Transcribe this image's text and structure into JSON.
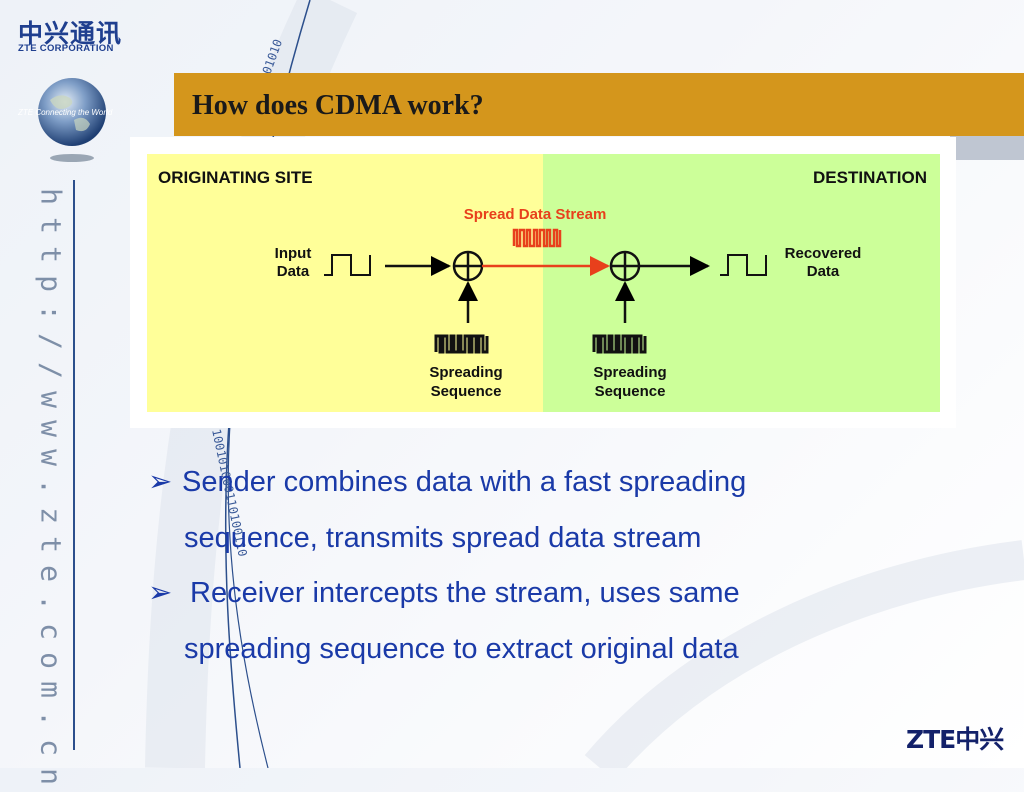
{
  "branding": {
    "company_cn": "中兴通讯",
    "company_en": "ZTE CORPORATION",
    "globe_tagline": "ZTE Connecting the World",
    "url_vertical": "http://www.zte.com.cn",
    "footer_logo": "ZTE中兴",
    "binary_top": "01010",
    "binary_bottom": "100101000110100110",
    "colors": {
      "brand_blue": "#1f3f8f",
      "title_bar": "#d4961c",
      "bullet_text": "#1a3aa8"
    }
  },
  "slide": {
    "title": "How does CDMA work?"
  },
  "diagram": {
    "originating_label": "ORIGINATING SITE",
    "destination_label": "DESTINATION",
    "stream_label": "Spread Data Stream",
    "input_label_1": "Input",
    "input_label_2": "Data",
    "recovered_label_1": "Recovered",
    "recovered_label_2": "Data",
    "spread_label_left_1": "Spreading",
    "spread_label_left_2": "Sequence",
    "spread_label_right_1": "Spreading",
    "spread_label_right_2": "Sequence",
    "colors": {
      "origin_bg": "#ffff99",
      "dest_bg": "#ccff99",
      "stream": "#e8401c"
    }
  },
  "bullets": [
    {
      "mark": "➢",
      "line1": "Sender combines data with a fast spreading",
      "line2": "sequence, transmits spread data stream"
    },
    {
      "mark": "➢",
      "line1": " Receiver intercepts the stream, uses same",
      "line2": "spreading sequence to extract original data"
    }
  ]
}
